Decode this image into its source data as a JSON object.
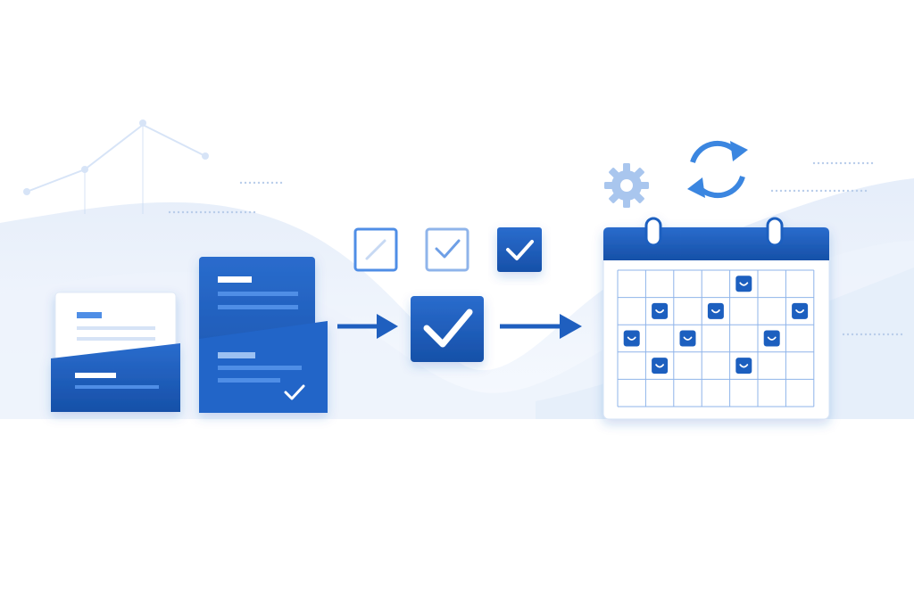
{
  "palette": {
    "primary": "#1f5fbf",
    "primary_dark": "#1650a8",
    "primary_light": "#4f8ee6",
    "bg_wave": "#e8f0fb",
    "grid_line": "#8fb4ea",
    "white": "#ffffff"
  },
  "icons": {
    "gear": "gear-icon",
    "sync": "sync-icon",
    "checkbox_empty": "checkbox-empty-icon",
    "checkbox_checked_light": "checkbox-checked-light-icon",
    "checkbox_checked": "checkbox-checked-icon",
    "big_check": "check-icon",
    "arrow": "arrow-right-icon",
    "calendar": "calendar-icon"
  },
  "calendar": {
    "columns": 7,
    "rows": 5,
    "marked_cells": [
      [
        0,
        4
      ],
      [
        1,
        1
      ],
      [
        1,
        3
      ],
      [
        1,
        6
      ],
      [
        2,
        0
      ],
      [
        2,
        2
      ],
      [
        2,
        5
      ],
      [
        3,
        1
      ],
      [
        3,
        4
      ]
    ]
  }
}
